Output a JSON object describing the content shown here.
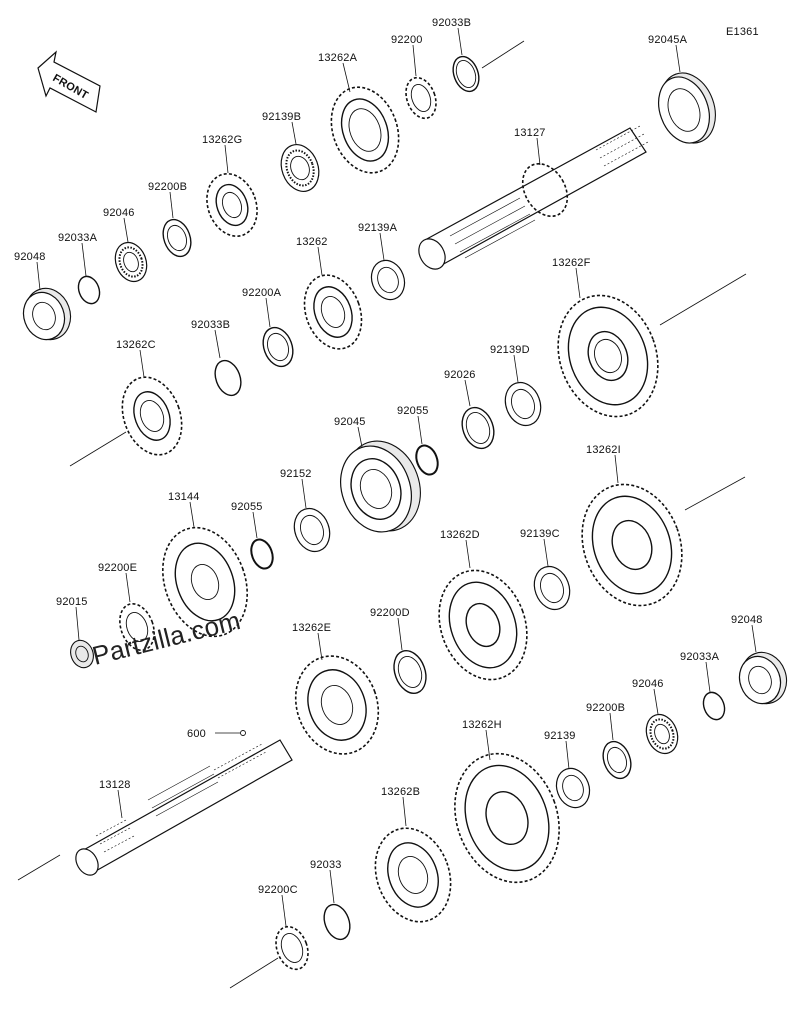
{
  "diagram": {
    "code": "E1361",
    "front_label": "FRONT",
    "watermark": "Partzilla.com",
    "parts": [
      {
        "id": "92033B_top",
        "label": "92033B"
      },
      {
        "id": "92200",
        "label": "92200"
      },
      {
        "id": "13262A",
        "label": "13262A"
      },
      {
        "id": "92045A",
        "label": "92045A"
      },
      {
        "id": "92139B",
        "label": "92139B"
      },
      {
        "id": "13127",
        "label": "13127"
      },
      {
        "id": "13262G",
        "label": "13262G"
      },
      {
        "id": "92200B_top",
        "label": "92200B"
      },
      {
        "id": "92046_top",
        "label": "92046"
      },
      {
        "id": "92033A_top",
        "label": "92033A"
      },
      {
        "id": "92048_top",
        "label": "92048"
      },
      {
        "id": "92139A",
        "label": "92139A"
      },
      {
        "id": "13262",
        "label": "13262"
      },
      {
        "id": "92200A",
        "label": "92200A"
      },
      {
        "id": "13262F",
        "label": "13262F"
      },
      {
        "id": "92033B_mid",
        "label": "92033B"
      },
      {
        "id": "13262C",
        "label": "13262C"
      },
      {
        "id": "92139D",
        "label": "92139D"
      },
      {
        "id": "92026",
        "label": "92026"
      },
      {
        "id": "92045",
        "label": "92045"
      },
      {
        "id": "92055_top",
        "label": "92055"
      },
      {
        "id": "13262I",
        "label": "13262I"
      },
      {
        "id": "92152",
        "label": "92152"
      },
      {
        "id": "13144",
        "label": "13144"
      },
      {
        "id": "92055_mid",
        "label": "92055"
      },
      {
        "id": "13262D",
        "label": "13262D"
      },
      {
        "id": "92139C",
        "label": "92139C"
      },
      {
        "id": "92200E",
        "label": "92200E"
      },
      {
        "id": "92015",
        "label": "92015"
      },
      {
        "id": "92200D",
        "label": "92200D"
      },
      {
        "id": "13262E",
        "label": "13262E"
      },
      {
        "id": "92048_bot",
        "label": "92048"
      },
      {
        "id": "92033A_bot",
        "label": "92033A"
      },
      {
        "id": "92046_bot",
        "label": "92046"
      },
      {
        "id": "92200B_bot",
        "label": "92200B"
      },
      {
        "id": "600",
        "label": "600"
      },
      {
        "id": "13262H",
        "label": "13262H"
      },
      {
        "id": "92139",
        "label": "92139"
      },
      {
        "id": "13128",
        "label": "13128"
      },
      {
        "id": "13262B",
        "label": "13262B"
      },
      {
        "id": "92033",
        "label": "92033"
      },
      {
        "id": "92200C",
        "label": "92200C"
      }
    ]
  }
}
